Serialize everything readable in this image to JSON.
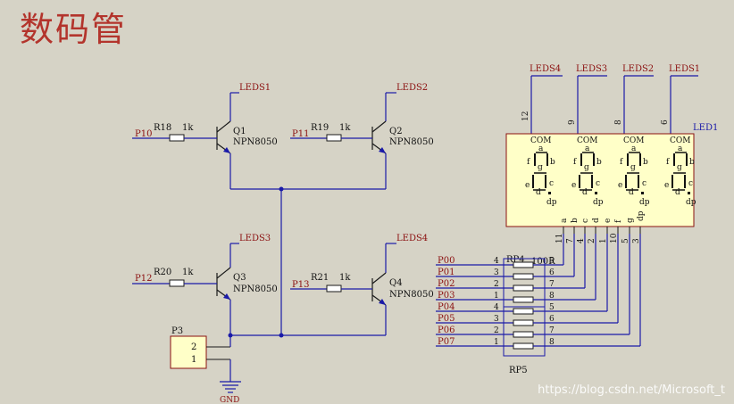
{
  "title": "数码管",
  "watermark": "https://blog.csdn.net/Microsoft_t",
  "colors": {
    "background": "#d6d3c6",
    "title": "#b3342c",
    "wire": "#1a1aa8",
    "net_label": "#8b1010",
    "display_body": "#ffffc8"
  },
  "transistors": [
    {
      "ref": "Q1",
      "model": "NPN8050",
      "res": "R18",
      "res_value": "1k",
      "input": "P10",
      "collector_net": "LEDS1"
    },
    {
      "ref": "Q2",
      "model": "NPN8050",
      "res": "R19",
      "res_value": "1k",
      "input": "P11",
      "collector_net": "LEDS2"
    },
    {
      "ref": "Q3",
      "model": "NPN8050",
      "res": "R20",
      "res_value": "1k",
      "input": "P12",
      "collector_net": "LEDS3"
    },
    {
      "ref": "Q4",
      "model": "NPN8050",
      "res": "R21",
      "res_value": "1k",
      "input": "P13",
      "collector_net": "LEDS4"
    }
  ],
  "connector": {
    "ref": "P3",
    "pins": [
      "2",
      "1"
    ],
    "ground": "GND"
  },
  "display": {
    "ref": "LED1",
    "top_nets": [
      "LEDS4",
      "LEDS3",
      "LEDS2",
      "LEDS1"
    ],
    "top_pins": [
      "12",
      "9",
      "8",
      "6"
    ],
    "com_label": "COM",
    "digit_segments": [
      "a",
      "f",
      "g",
      "b",
      "e",
      "c",
      "d",
      "dp"
    ],
    "bottom_labels": [
      "a",
      "b",
      "c",
      "d",
      "e",
      "f",
      "g",
      "dp"
    ],
    "bottom_pins": [
      "11",
      "7",
      "4",
      "2",
      "1",
      "10",
      "5",
      "3"
    ]
  },
  "resistor_network": {
    "ref_top": "RP4",
    "value": "100R",
    "ref_bottom": "RP5",
    "rows": [
      {
        "port": "P00",
        "left": "4",
        "right": "5"
      },
      {
        "port": "P01",
        "left": "3",
        "right": "6"
      },
      {
        "port": "P02",
        "left": "2",
        "right": "7"
      },
      {
        "port": "P03",
        "left": "1",
        "right": "8"
      },
      {
        "port": "P04",
        "left": "4",
        "right": "5"
      },
      {
        "port": "P05",
        "left": "3",
        "right": "6"
      },
      {
        "port": "P06",
        "left": "2",
        "right": "7"
      },
      {
        "port": "P07",
        "left": "1",
        "right": "8"
      }
    ]
  }
}
